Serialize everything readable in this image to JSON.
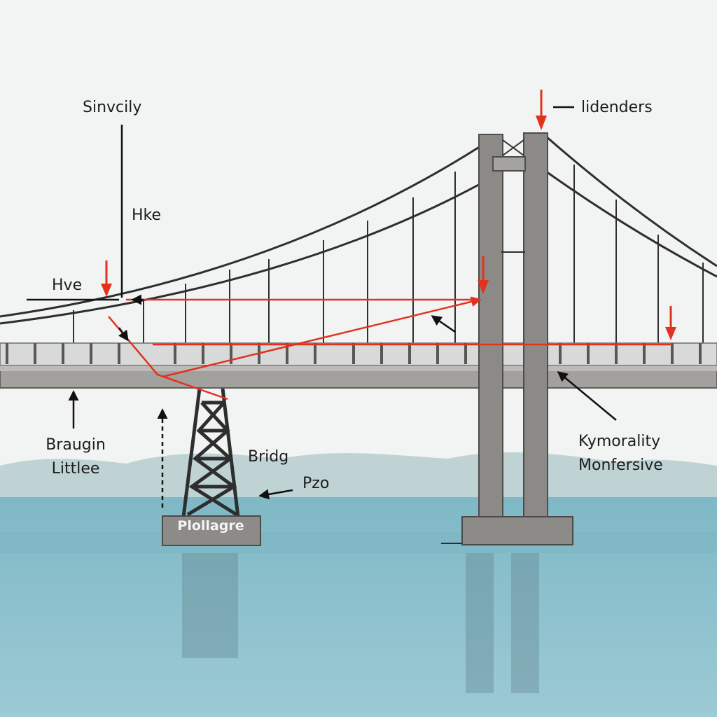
{
  "colors": {
    "sky": "#f2f4f3",
    "water": "#8fc2cf",
    "hills": "#b5cdd0",
    "steel": "#8c8a86",
    "cable": "#2e2e2e",
    "force_arrow": "#e2321e"
  },
  "labels": {
    "sinvcily": "Sinvcily",
    "hke": "Hke",
    "hve": "Hve",
    "lidenders": "lidenders",
    "braugin": "Braugin",
    "littlee": "Littlee",
    "bridg": "Bridg",
    "pzo": "Pzo",
    "pilot_base": "Plollagre",
    "kymorality": "Kymorality",
    "monfersive": "Monfersive"
  }
}
